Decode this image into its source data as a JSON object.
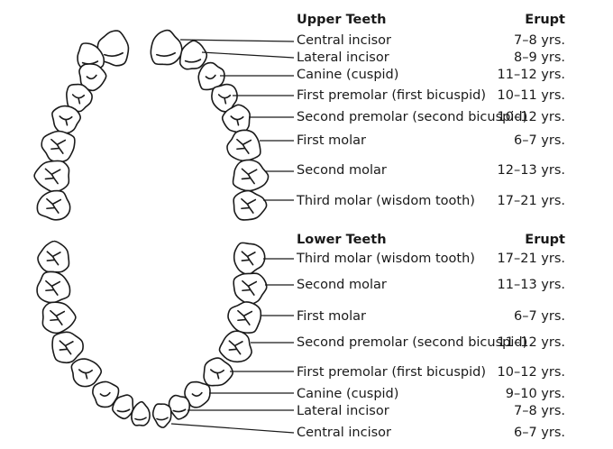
{
  "upper": {
    "heading": "Upper Teeth",
    "erupt_heading": "Erupt",
    "rows": [
      {
        "name": "Central incisor",
        "erupt": "7–8 yrs."
      },
      {
        "name": "Lateral incisor",
        "erupt": "8–9 yrs."
      },
      {
        "name": "Canine (cuspid)",
        "erupt": "11–12 yrs."
      },
      {
        "name": "First premolar (first bicuspid)",
        "erupt": "10–11 yrs."
      },
      {
        "name": "Second premolar (second bicuspid)",
        "erupt": "10–12 yrs."
      },
      {
        "name": "First molar",
        "erupt": "6–7 yrs."
      },
      {
        "name": "Second molar",
        "erupt": "12–13 yrs."
      },
      {
        "name": "Third molar (wisdom tooth)",
        "erupt": "17–21 yrs."
      }
    ]
  },
  "lower": {
    "heading": "Lower Teeth",
    "erupt_heading": "Erupt",
    "rows": [
      {
        "name": "Third molar (wisdom tooth)",
        "erupt": "17–21 yrs."
      },
      {
        "name": "Second molar",
        "erupt": "11–13 yrs."
      },
      {
        "name": "First molar",
        "erupt": "6–7 yrs."
      },
      {
        "name": "Second premolar (second bicuspid)",
        "erupt": "11–12 yrs."
      },
      {
        "name": "First premolar (first bicuspid)",
        "erupt": "10–12 yrs."
      },
      {
        "name": "Canine (cuspid)",
        "erupt": "9–10 yrs."
      },
      {
        "name": "Lateral incisor",
        "erupt": "7–8 yrs."
      },
      {
        "name": "Central incisor",
        "erupt": "6–7 yrs."
      }
    ]
  }
}
